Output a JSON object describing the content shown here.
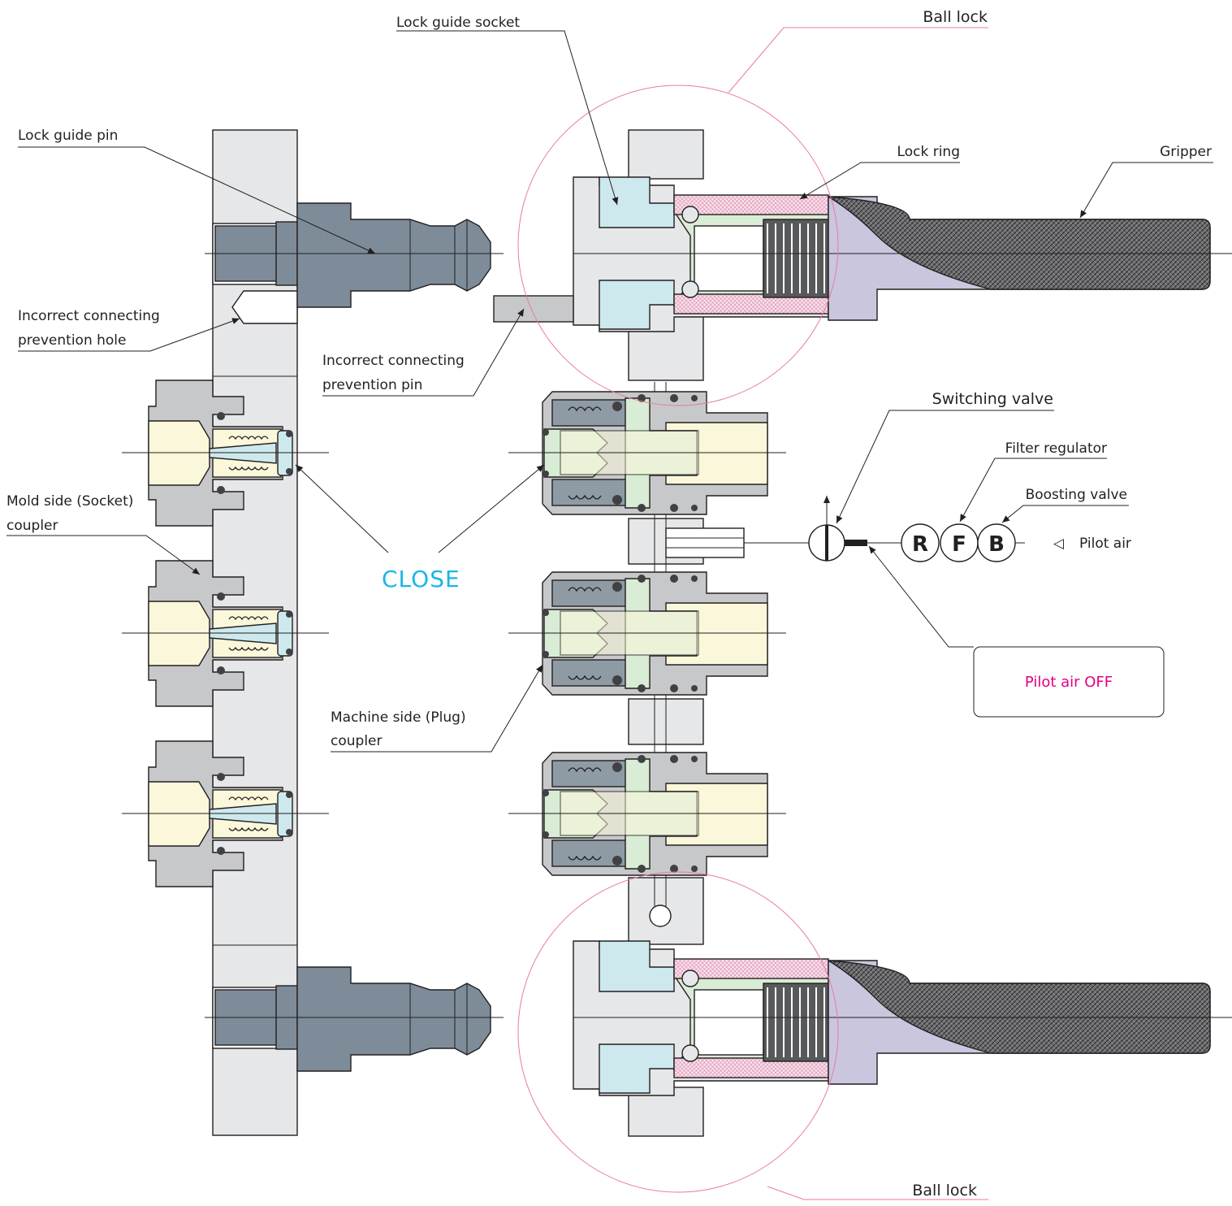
{
  "labels": {
    "lock_guide_socket": "Lock guide socket",
    "ball_lock_top": "Ball lock",
    "lock_guide_pin": "Lock guide pin",
    "lock_ring": "Lock ring",
    "gripper": "Gripper",
    "incorrect_hole_1": "Incorrect connecting",
    "incorrect_hole_2": "prevention hole",
    "incorrect_pin_1": "Incorrect connecting",
    "incorrect_pin_2": "prevention pin",
    "switching_valve": "Switching valve",
    "filter_regulator": "Filter regulator",
    "boosting_valve": "Boosting valve",
    "mold_side_1": "Mold side (Socket)",
    "mold_side_2": "coupler",
    "pilot_air": "Pilot air",
    "pilot_air_symbol": "◁",
    "close": "CLOSE",
    "machine_side_1": "Machine side (Plug)",
    "machine_side_2": "coupler",
    "ball_lock_bottom": "Ball lock"
  },
  "circuit": {
    "r": "R",
    "f": "F",
    "b": "B"
  },
  "status_box": {
    "text": "Pilot air OFF"
  },
  "colors": {
    "plate": "#e6e7e8",
    "pin_steel": "#7d8c98",
    "socket_body": "#c7c8ca",
    "cyan_part": "#cde9ee",
    "green_part": "#d9ecd5",
    "cream_part": "#fbf7da",
    "gripper": "#58595b",
    "gripper_inner": "#c9c6de",
    "accent_magenta": "#e4007f",
    "accent_cyan": "#1ab6e6",
    "ring_pink": "#e87aa4"
  }
}
